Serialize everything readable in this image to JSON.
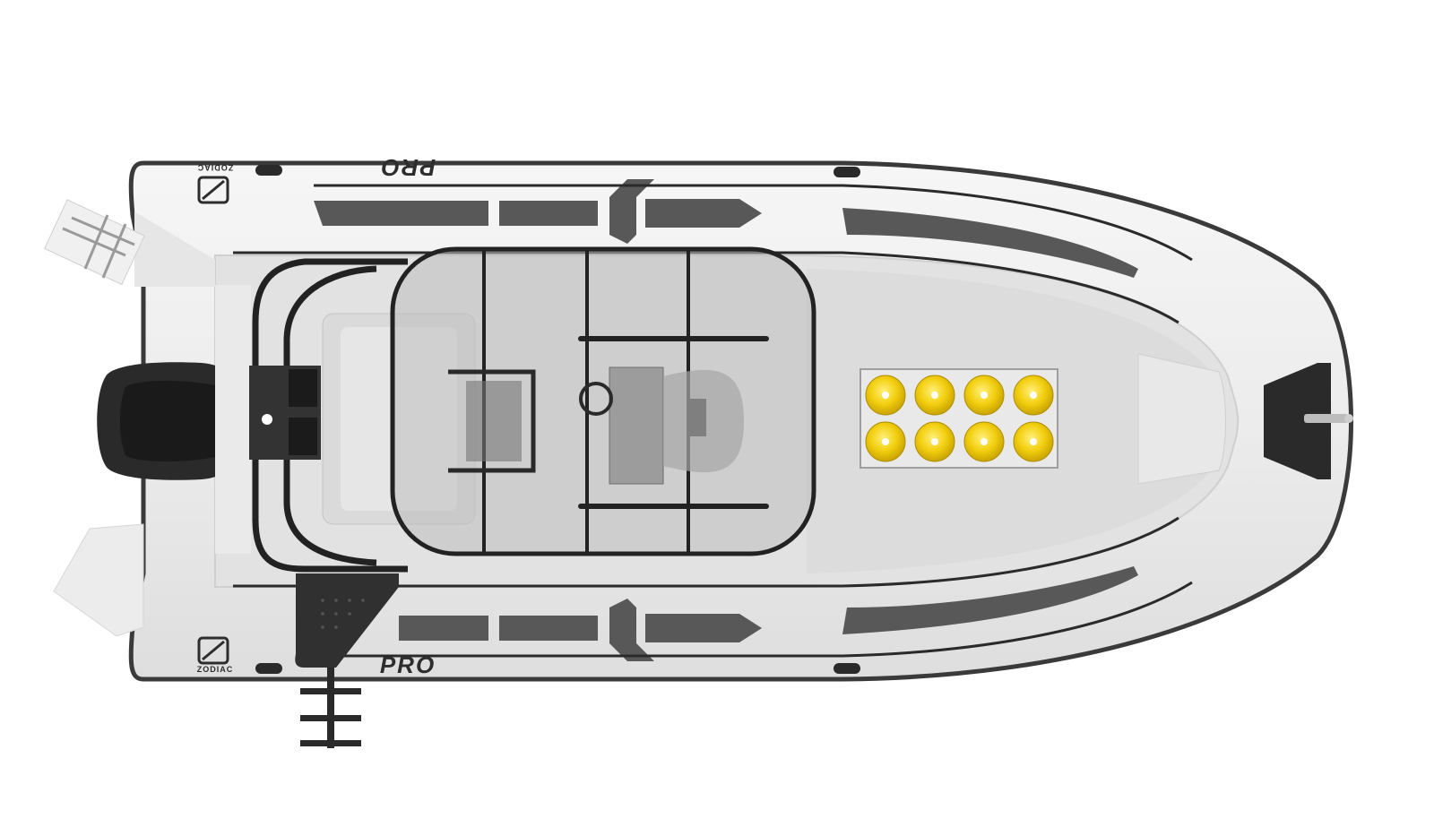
{
  "image": {
    "subject": "boat-top-view",
    "background_color": "#ffffff"
  },
  "branding": {
    "logo_text": "ZODIAC",
    "model_text": "PRO"
  },
  "colors": {
    "hull_tube": "#eeeeee",
    "hull_edge": "#3a3a3a",
    "deck": "#e1e1e1",
    "console_glass": "#bdbdbd",
    "frame": "#262626",
    "stripe": "#585858",
    "tank": "#f2cc00",
    "engine": "#2a2a2a"
  },
  "tanks": {
    "count": 8,
    "rows": 2,
    "columns": 4
  }
}
